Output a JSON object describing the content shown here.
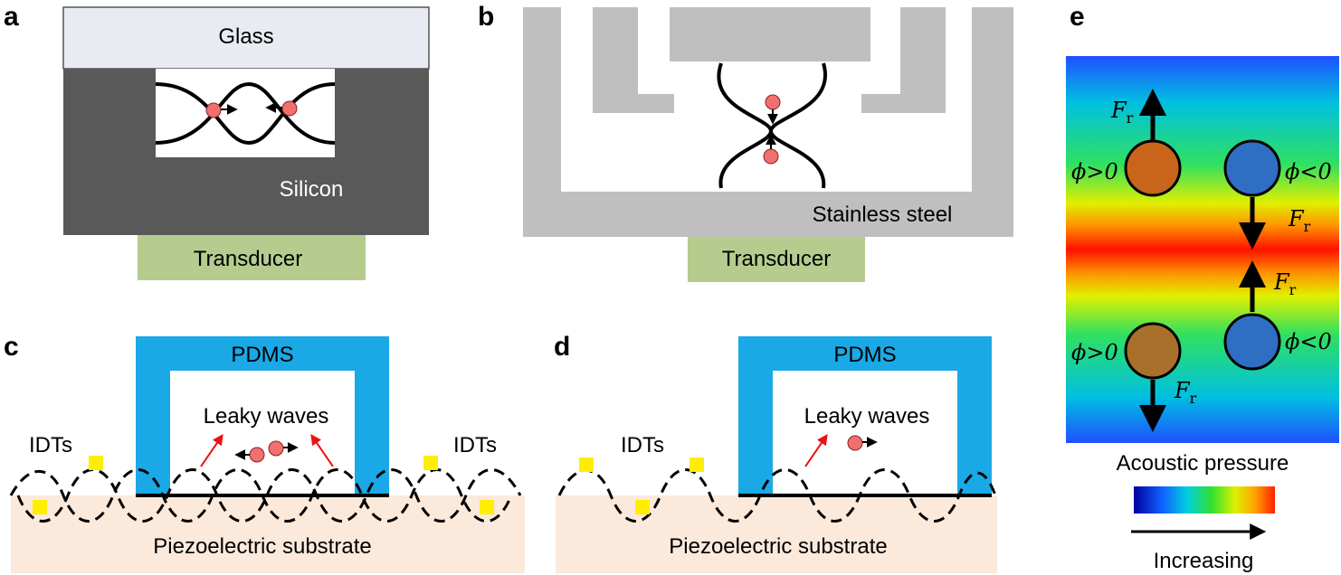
{
  "panels": {
    "a": {
      "letter": "a",
      "glass": "Glass",
      "silicon": "Silicon",
      "transducer": "Transducer"
    },
    "b": {
      "letter": "b",
      "material": "Stainless steel",
      "transducer": "Transducer"
    },
    "c": {
      "letter": "c",
      "pdms": "PDMS",
      "leaky": "Leaky waves",
      "idts_left": "IDTs",
      "idts_right": "IDTs",
      "substrate": "Piezoelectric substrate"
    },
    "d": {
      "letter": "d",
      "pdms": "PDMS",
      "leaky": "Leaky waves",
      "idts": "IDTs",
      "substrate": "Piezoelectric substrate"
    },
    "e": {
      "letter": "e",
      "force_label": "F",
      "force_sub": "r",
      "phi_pos": "ϕ>0",
      "phi_neg": "ϕ<0",
      "colorbar_title": "Acoustic pressure",
      "colorbar_arrow_label": "Increasing"
    }
  },
  "colors": {
    "glass": "#e8ecf2",
    "silicon": "#595959",
    "transducer": "#b5cc8e",
    "steel": "#bfbfbf",
    "pdms": "#1aa9e6",
    "substrate": "#fbe9dc",
    "idt": "#ffee00",
    "particle": "#f07070",
    "particle_pos": "#c8651a",
    "particle_neg": "#2e6fc4"
  },
  "colorbar_stops": [
    "#0000a0",
    "#1060ff",
    "#00d0e0",
    "#30e030",
    "#e0f000",
    "#ffa000",
    "#ff2000"
  ]
}
